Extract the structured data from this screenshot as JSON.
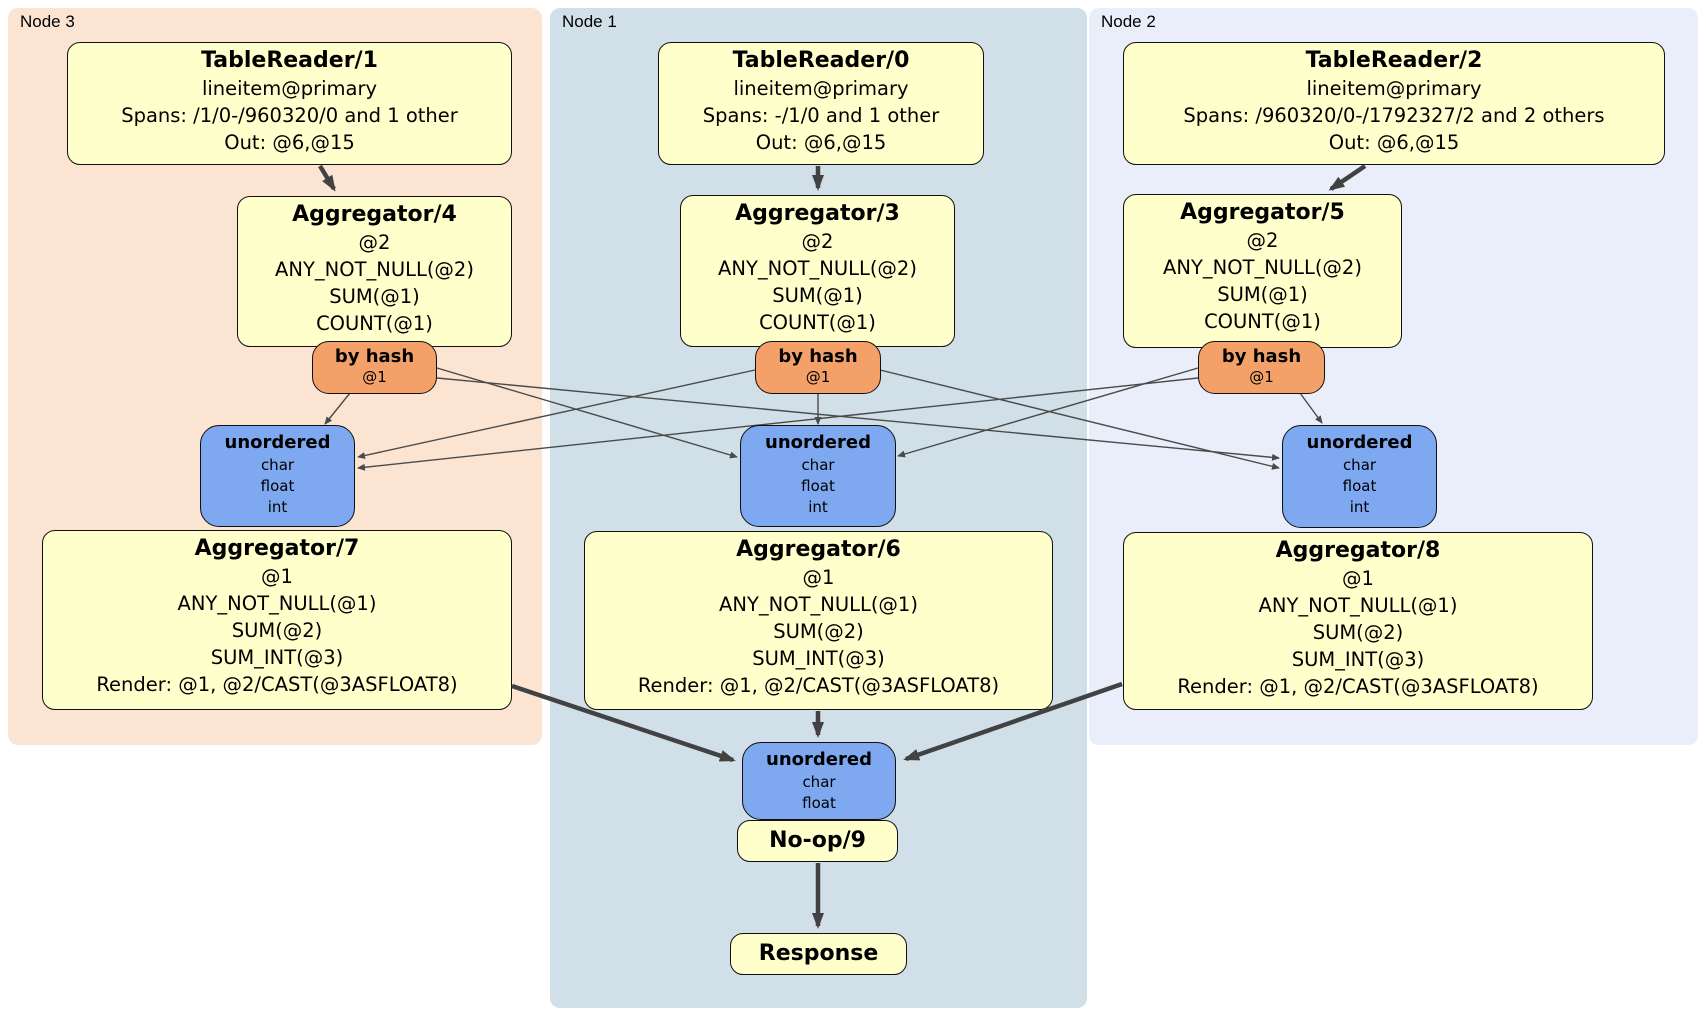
{
  "panels": {
    "node3": {
      "label": "Node 3"
    },
    "node1": {
      "label": "Node 1"
    },
    "node2": {
      "label": "Node 2"
    }
  },
  "processors": {
    "tr1": {
      "title": "TableReader/1",
      "lines": [
        "lineitem@primary",
        "Spans: /1/0-/960320/0 and 1 other",
        "Out: @6,@15"
      ]
    },
    "tr0": {
      "title": "TableReader/0",
      "lines": [
        "lineitem@primary",
        "Spans: -/1/0 and 1 other",
        "Out: @6,@15"
      ]
    },
    "tr2": {
      "title": "TableReader/2",
      "lines": [
        "lineitem@primary",
        "Spans: /960320/0-/1792327/2 and 2 others",
        "Out: @6,@15"
      ]
    },
    "agg4": {
      "title": "Aggregator/4",
      "lines": [
        "@2",
        "ANY_NOT_NULL(@2)",
        "SUM(@1)",
        "COUNT(@1)"
      ]
    },
    "agg3": {
      "title": "Aggregator/3",
      "lines": [
        "@2",
        "ANY_NOT_NULL(@2)",
        "SUM(@1)",
        "COUNT(@1)"
      ]
    },
    "agg5": {
      "title": "Aggregator/5",
      "lines": [
        "@2",
        "ANY_NOT_NULL(@2)",
        "SUM(@1)",
        "COUNT(@1)"
      ]
    },
    "agg7": {
      "title": "Aggregator/7",
      "lines": [
        "@1",
        "ANY_NOT_NULL(@1)",
        "SUM(@2)",
        "SUM_INT(@3)",
        "Render: @1, @2/CAST(@3ASFLOAT8)"
      ]
    },
    "agg6": {
      "title": "Aggregator/6",
      "lines": [
        "@1",
        "ANY_NOT_NULL(@1)",
        "SUM(@2)",
        "SUM_INT(@3)",
        "Render: @1, @2/CAST(@3ASFLOAT8)"
      ]
    },
    "agg8": {
      "title": "Aggregator/8",
      "lines": [
        "@1",
        "ANY_NOT_NULL(@1)",
        "SUM(@2)",
        "SUM_INT(@3)",
        "Render: @1, @2/CAST(@3ASFLOAT8)"
      ]
    },
    "noop": {
      "title": "No-op/9"
    },
    "response": {
      "title": "Response"
    }
  },
  "routers": {
    "hash3": {
      "title": "by hash",
      "detail": "@1"
    },
    "hash1": {
      "title": "by hash",
      "detail": "@1"
    },
    "hash2": {
      "title": "by hash",
      "detail": "@1"
    }
  },
  "syncs": {
    "sync3": {
      "title": "unordered",
      "types": [
        "char",
        "float",
        "int"
      ]
    },
    "sync1": {
      "title": "unordered",
      "types": [
        "char",
        "float",
        "int"
      ]
    },
    "sync2": {
      "title": "unordered",
      "types": [
        "char",
        "float",
        "int"
      ]
    },
    "sync_final": {
      "title": "unordered",
      "types": [
        "char",
        "float"
      ]
    }
  },
  "colors": {
    "panel_node3_bg": "#fce4d3",
    "panel_node1_bg": "#d0dfe8",
    "panel_node2_bg": "#e9eefa",
    "processor_bg": "#ffffcc",
    "router_bg": "#f4a169",
    "sync_bg": "#7ea8f0",
    "edge": "#424242"
  }
}
